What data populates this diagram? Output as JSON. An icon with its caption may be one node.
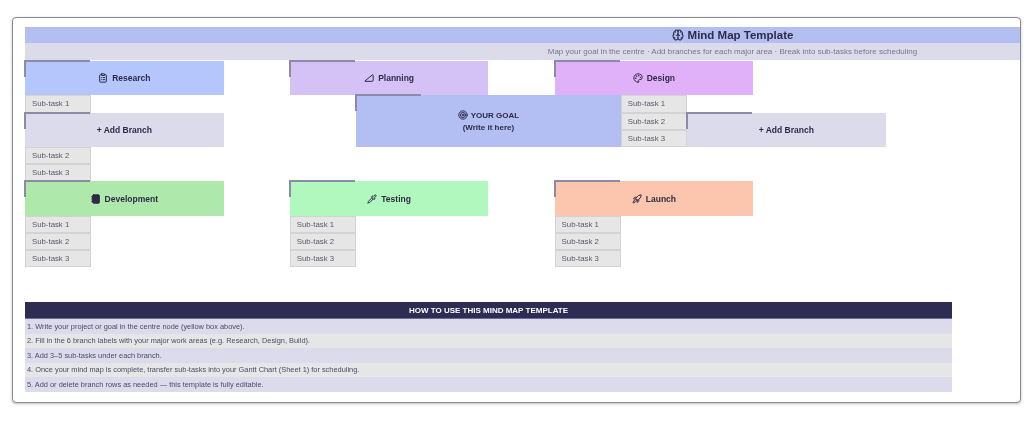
{
  "diagram": {
    "title": "Mind Map Template",
    "nodes": [
      {
        "text": [
          "Research"
        ]
      },
      {
        "text": [
          "Planning"
        ]
      },
      {
        "text": [
          "Design"
        ]
      },
      {
        "text": [
          "Sub-task 1"
        ]
      },
      {
        "text": [
          "YOUR GOAL",
          "(Write it here)"
        ]
      },
      {
        "text": [
          "Sub-task 1"
        ]
      },
      {
        "text": [
          "+ Add Branch"
        ]
      },
      {
        "text": [
          "Sub-task 2"
        ]
      },
      {
        "text": [
          "+ Add Branch"
        ]
      },
      {
        "text": [
          "Sub-task 3"
        ]
      },
      {
        "text": [
          "Sub-task 2"
        ]
      },
      {
        "text": [
          "Sub-task 3"
        ]
      },
      {
        "text": [
          "Development"
        ]
      },
      {
        "text": [
          "Testing"
        ]
      },
      {
        "text": [
          "Launch"
        ]
      },
      {
        "text": [
          "Sub-task 1"
        ]
      },
      {
        "text": [
          "Sub-task 1"
        ]
      },
      {
        "text": [
          "Sub-task 1"
        ]
      },
      {
        "text": [
          "Sub-task 2"
        ]
      },
      {
        "text": [
          "Sub-task 2"
        ]
      },
      {
        "text": [
          "Sub-task 2"
        ]
      },
      {
        "text": [
          "Sub-task 3"
        ]
      },
      {
        "text": [
          "Sub-task 3"
        ]
      },
      {
        "text": [
          "Sub-task 3"
        ]
      }
    ],
    "labels": [
      "Map your goal in the centre · Add branches for each major area · Break into sub-tasks before scheduling",
      "HOW TO USE THIS MIND MAP TEMPLATE",
      "1. Write your project or goal in the centre node (yellow box above).",
      "2. Fill in the 6 branch labels with your major work areas (e.g. Research, Design, Build).",
      "3. Add 3–5 sub-tasks under each branch.",
      "4. Once your mind map is complete, transfer sub-tasks into your Gantt Chart (Sheet 1) for scheduling.",
      "5. Add or delete branch rows as needed — this template is fully editable."
    ]
  }
}
